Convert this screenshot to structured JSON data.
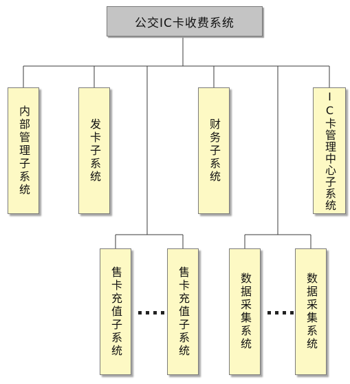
{
  "diagram": {
    "title": "公交IC卡收费系统",
    "top_nodes": [
      {
        "label": "内部管理子系统"
      },
      {
        "label": "发卡子系统"
      },
      {
        "label": "财务子系统"
      },
      {
        "label": "IC卡管理中心子系统"
      }
    ],
    "bottom_nodes": [
      {
        "label": "售卡充值子系统"
      },
      {
        "label": "售卡充值子系统"
      },
      {
        "label": "数据采集系统"
      },
      {
        "label": "数据采集系统"
      }
    ]
  },
  "colors": {
    "title_fill": "#c4c4c4",
    "node_fill": "#fdf9c4",
    "border": "#7a7a7a",
    "connector": "#3a3a3a"
  }
}
